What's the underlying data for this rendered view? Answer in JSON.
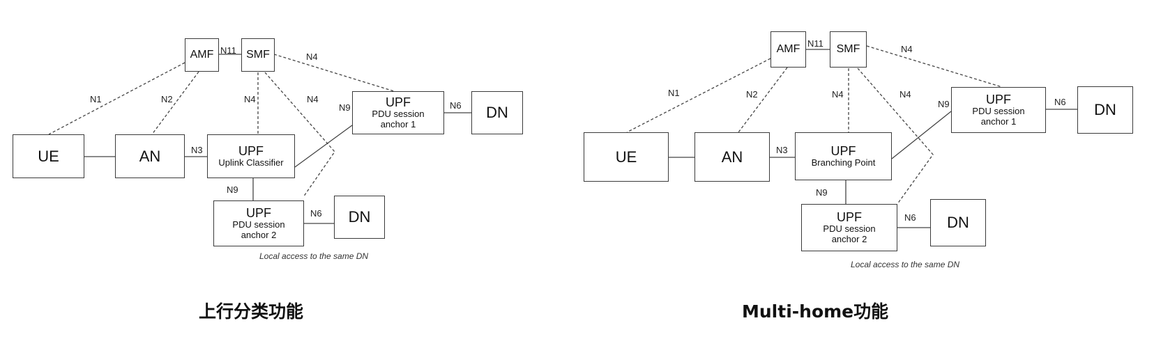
{
  "left": {
    "nodes": {
      "amf": "AMF",
      "smf": "SMF",
      "ue": "UE",
      "an": "AN",
      "upf_center": {
        "title": "UPF",
        "subtitle": "Uplink Classifier"
      },
      "upf_anchor1": {
        "title": "UPF",
        "line1": "PDU session",
        "line2": "anchor 1"
      },
      "upf_anchor2": {
        "title": "UPF",
        "line1": "PDU session",
        "line2": "anchor 2"
      },
      "dn1": "DN",
      "dn2": "DN"
    },
    "interfaces": {
      "n11": "N11",
      "n1": "N1",
      "n2": "N2",
      "n3": "N3",
      "n4_mid": "N4",
      "n4_diag": "N4",
      "n4_top": "N4",
      "n9_top": "N9",
      "n9_bottom": "N9",
      "n6_top": "N6",
      "n6_bottom": "N6"
    },
    "note": "Local access to the same DN",
    "caption": "上行分类功能"
  },
  "right": {
    "nodes": {
      "amf": "AMF",
      "smf": "SMF",
      "ue": "UE",
      "an": "AN",
      "upf_center": {
        "title": "UPF",
        "subtitle": "Branching Point"
      },
      "upf_anchor1": {
        "title": "UPF",
        "line1": "PDU session",
        "line2": "anchor 1"
      },
      "upf_anchor2": {
        "title": "UPF",
        "line1": "PDU session",
        "line2": "anchor 2"
      },
      "dn1": "DN",
      "dn2": "DN"
    },
    "interfaces": {
      "n11": "N11",
      "n1": "N1",
      "n2": "N2",
      "n3": "N3",
      "n4_mid": "N4",
      "n4_diag": "N4",
      "n4_top": "N4",
      "n9_top": "N9",
      "n9_bottom": "N9",
      "n6_top": "N6",
      "n6_bottom": "N6"
    },
    "note": "Local access to the same DN",
    "caption": "Multi-home功能"
  }
}
